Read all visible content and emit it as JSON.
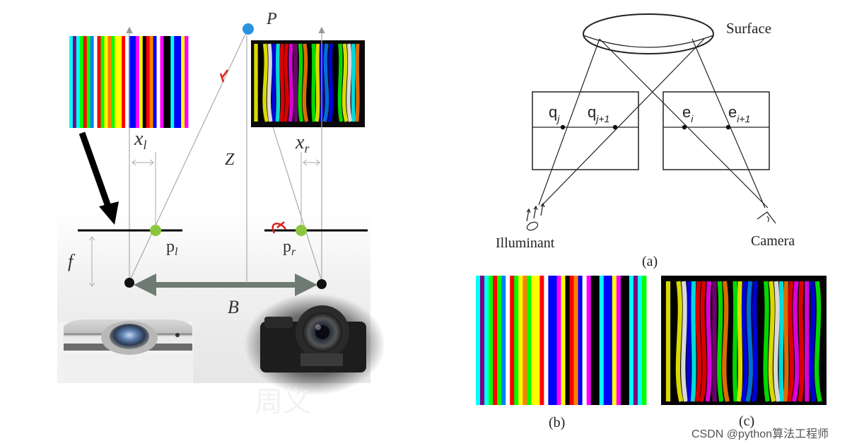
{
  "left_figure": {
    "point_label": "P",
    "depth_label": "Z",
    "left_disparity_label": "x",
    "left_disparity_sub": "l",
    "right_disparity_label": "x",
    "right_disparity_sub": "r",
    "focal_label": "f",
    "baseline_label": "B",
    "left_point_label": "p",
    "left_point_sub": "l",
    "right_point_label": "p",
    "right_point_sub": "r",
    "watermark": "周义",
    "colors": {
      "point": "#2a93e0",
      "image_point": "#8cc63f",
      "baseline_arrow": "#6e7b72",
      "annotation": "#e02020"
    }
  },
  "right_figure": {
    "surface_label": "Surface",
    "grid_labels": [
      {
        "base": "q",
        "sub": "j"
      },
      {
        "base": "q",
        "sub": "j+1"
      },
      {
        "base": "e",
        "sub": "i"
      },
      {
        "base": "e",
        "sub": "i+1"
      }
    ],
    "illuminant_label": "Illuminant",
    "camera_label": "Camera",
    "caption_a": "(a)",
    "caption_b": "(b)",
    "caption_c": "(c)"
  },
  "footer": {
    "credit": "CSDN @python算法工程师"
  }
}
